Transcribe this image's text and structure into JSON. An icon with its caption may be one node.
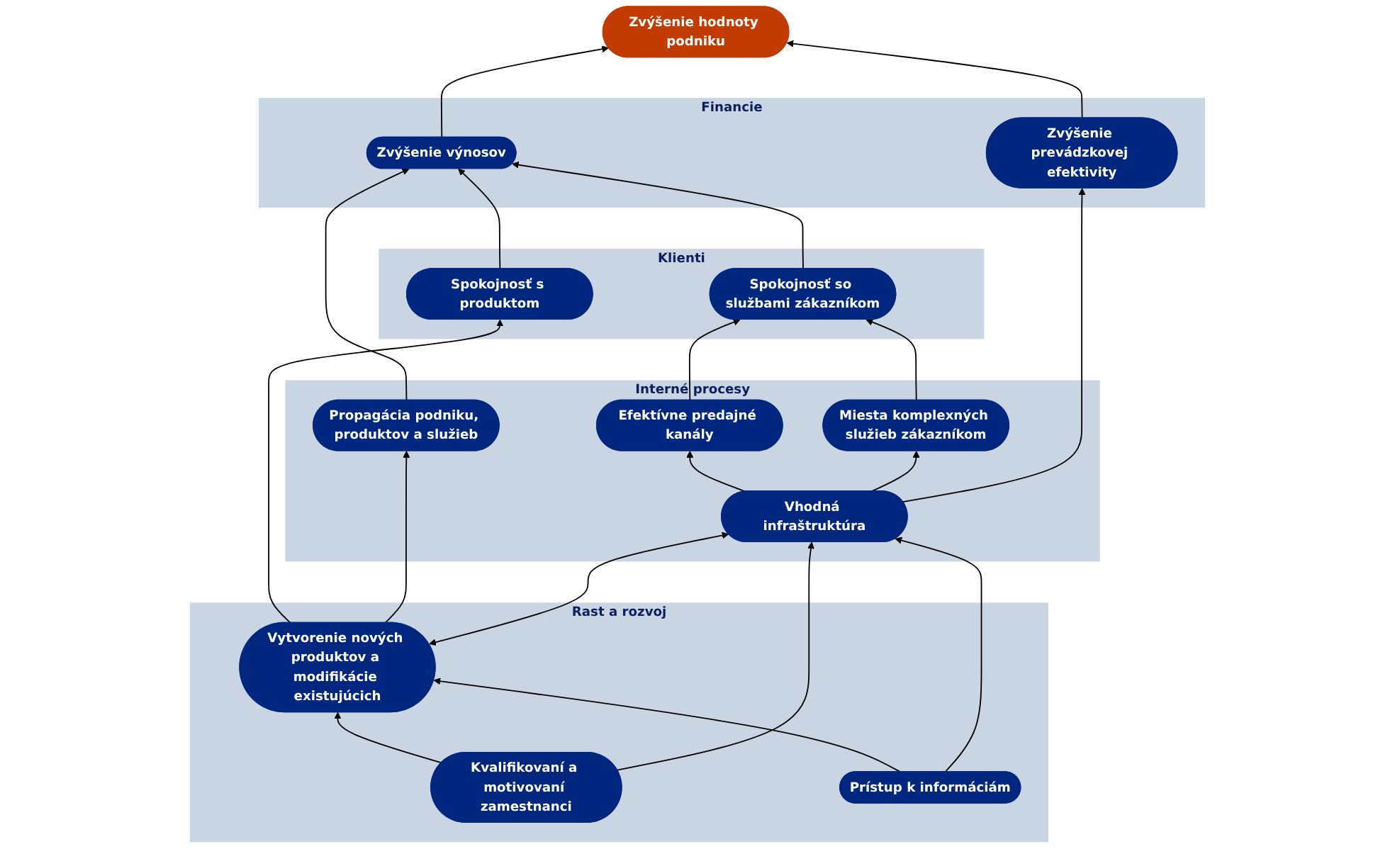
{
  "diagram": {
    "nodes": [
      {
        "text": [
          "Zvýšenie hodnoty podniku"
        ]
      },
      {
        "text": [
          "Financie"
        ]
      },
      {
        "text": [
          "Zvýšenie výnosov"
        ],
        "in": 1
      },
      {
        "text": [
          "Zvýšenie prevádzkovej efektivity"
        ],
        "in": 1
      },
      {
        "text": [
          "Klienti"
        ]
      },
      {
        "text": [
          "Spokojnosť s produktom"
        ],
        "in": 4
      },
      {
        "text": [
          "Spokojnosť so službami zákazníkom"
        ],
        "in": 4
      },
      {
        "text": [
          "Interné procesy"
        ]
      },
      {
        "text": [
          "Propagácia podniku, produktov a služieb"
        ],
        "in": 7
      },
      {
        "text": [
          "Efektívne predajné kanály"
        ],
        "in": 7
      },
      {
        "text": [
          "Miesta komplexných služieb zákazníkom"
        ],
        "in": 7
      },
      {
        "text": [
          "Vhodná infraštruktúra"
        ],
        "in": 7
      },
      {
        "text": [
          "Rast a rozvoj"
        ]
      },
      {
        "text": [
          "Vytvorenie nových produktov a modifikácie existujúcich"
        ],
        "in": 12
      },
      {
        "text": [
          "Kvalifikovaní a motivovaní zamestnanci"
        ],
        "in": 12
      },
      {
        "text": [
          "Prístup k informáciám"
        ],
        "in": 12
      }
    ],
    "edges": [
      {
        "from": 2,
        "to": 0,
        "arrow": "to"
      },
      {
        "from": 3,
        "to": 0,
        "arrow": "to"
      },
      {
        "from": 5,
        "to": 2,
        "arrow": "to"
      },
      {
        "from": 6,
        "to": 2,
        "arrow": "to"
      },
      {
        "from": 8,
        "to": 2,
        "arrow": "to"
      },
      {
        "from": 13,
        "to": 5,
        "arrow": "to"
      },
      {
        "from": 9,
        "to": 6,
        "arrow": "to"
      },
      {
        "from": 10,
        "to": 6,
        "arrow": "to"
      },
      {
        "from": 13,
        "to": 8,
        "arrow": "to"
      },
      {
        "from": 11,
        "to": 9,
        "arrow": "to"
      },
      {
        "from": 11,
        "to": 10,
        "arrow": "to"
      },
      {
        "from": 11,
        "to": 3,
        "arrow": "to"
      },
      {
        "from": 13,
        "to": 11,
        "arrow": "both"
      },
      {
        "from": 14,
        "to": 13,
        "arrow": "to"
      },
      {
        "from": 14,
        "to": 11,
        "arrow": "to"
      },
      {
        "from": 15,
        "to": 13,
        "arrow": "to"
      },
      {
        "from": 15,
        "to": 11,
        "arrow": "to"
      }
    ]
  }
}
